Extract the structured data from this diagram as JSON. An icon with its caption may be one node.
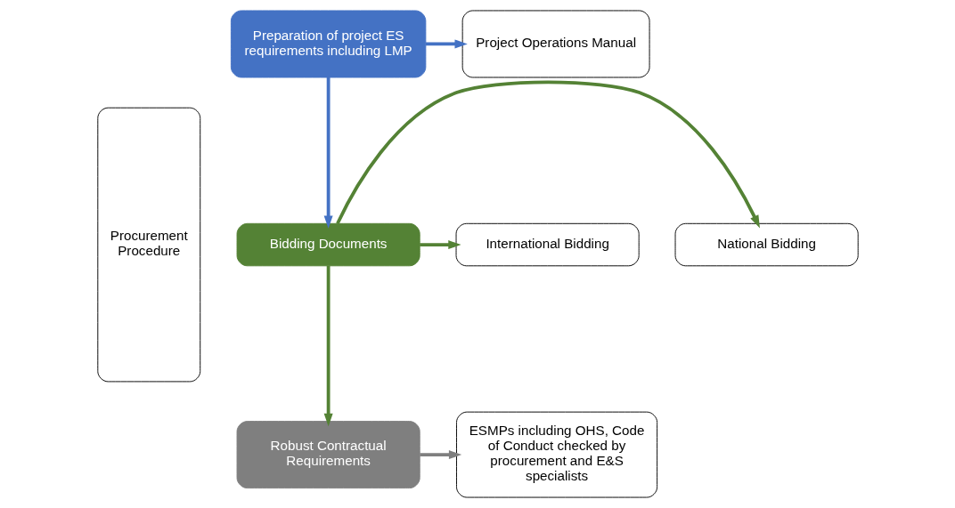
{
  "diagram": {
    "nodes": [
      {
        "text": [
          "Procurement Procedure"
        ]
      },
      {
        "text": [
          "Preparation of project ES requirements including LMP"
        ]
      },
      {
        "text": [
          "Project Operations Manual"
        ]
      },
      {
        "text": [
          "Bidding Documents"
        ]
      },
      {
        "text": [
          "International Bidding"
        ]
      },
      {
        "text": [
          "National Bidding"
        ]
      },
      {
        "text": [
          "Robust Contractual Requirements"
        ]
      },
      {
        "text": [
          "ESMPs including OHS, Code of Conduct checked by procurement and E&S specialists"
        ]
      }
    ],
    "edges": [
      {
        "from": 1,
        "to": 2,
        "arrow": "to",
        "color": "#4472c4"
      },
      {
        "from": 1,
        "to": 3,
        "arrow": "to",
        "color": "#4472c4"
      },
      {
        "from": 3,
        "to": 4,
        "arrow": "to"
      },
      {
        "from": 3,
        "to": 5,
        "arrow": "to"
      },
      {
        "from": 3,
        "to": 6,
        "arrow": "to"
      },
      {
        "from": 6,
        "to": 7,
        "arrow": "to",
        "color": "#7f7f7f"
      }
    ]
  }
}
